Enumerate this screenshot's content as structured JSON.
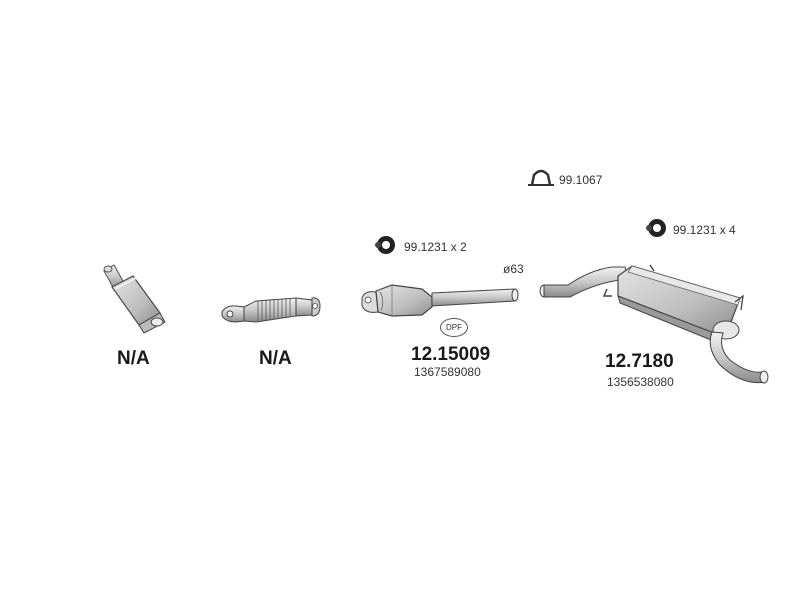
{
  "diagram": {
    "na_label_1": "N/A",
    "na_label_2": "N/A",
    "dpf": {
      "badge": "DPF",
      "part_number": "12.15009",
      "oem_number": "1367589080",
      "diameter": "ø63",
      "mount": "99.1231 x 2"
    },
    "silencer": {
      "part_number": "12.7180",
      "oem_number": "1356538080",
      "clamp": "99.1067",
      "mount": "99.1231 x 4"
    }
  }
}
